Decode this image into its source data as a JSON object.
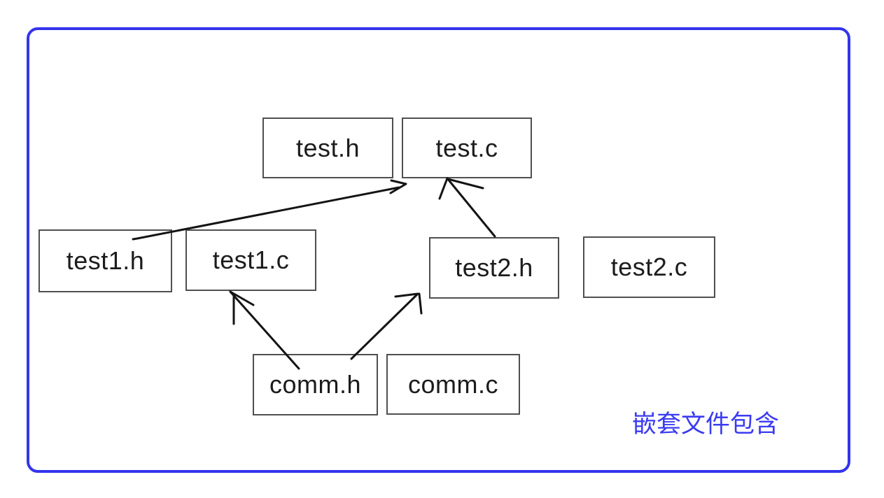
{
  "diagram": {
    "title_caption": "嵌套文件包含",
    "nodes": [
      {
        "id": "test-h",
        "label": "test.h"
      },
      {
        "id": "test-c",
        "label": "test.c"
      },
      {
        "id": "test1-h",
        "label": "test1.h"
      },
      {
        "id": "test1-c",
        "label": "test1.c"
      },
      {
        "id": "test2-h",
        "label": "test2.h"
      },
      {
        "id": "test2-c",
        "label": "test2.c"
      },
      {
        "id": "comm-h",
        "label": "comm.h"
      },
      {
        "id": "comm-c",
        "label": "comm.c"
      }
    ],
    "edges": [
      {
        "from": "test1.h",
        "to": "test.c",
        "meaning": "test1.h is included by test.c"
      },
      {
        "from": "test2.h",
        "to": "test.c",
        "meaning": "test2.h is included by test.c"
      },
      {
        "from": "comm.h",
        "to": "test1.c",
        "meaning": "comm.h is included by test1.c"
      },
      {
        "from": "comm.h",
        "to": "test2.h",
        "meaning": "comm.h is included by test2.h"
      }
    ],
    "colors": {
      "frame_border": "#3434ec",
      "box_border": "#4f4f4f",
      "box_fill": "#ffffff",
      "label_text": "#1c1c1c",
      "arrow": "#141414",
      "caption_text": "#3b3bf2"
    }
  }
}
